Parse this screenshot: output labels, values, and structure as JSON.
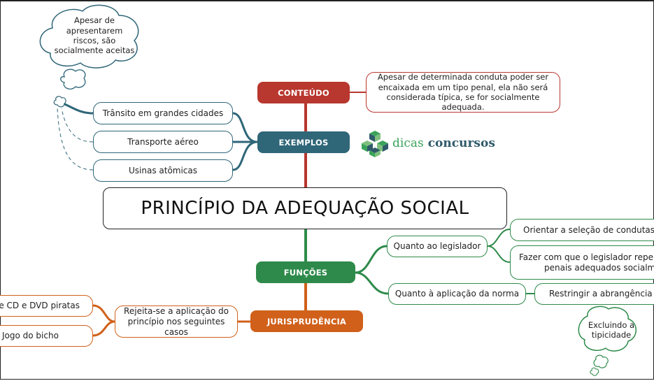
{
  "title": "PRINCÍPIO DA ADEQUAÇÃO SOCIAL",
  "branches": {
    "conteudo": {
      "label": "CONTEÚDO",
      "detail": "Apesar de determinada conduta poder ser encaixada em um tipo penal, ela não será considerada típica, se for socialmente adequada."
    },
    "exemplos": {
      "label": "EXEMPLOS",
      "items": [
        "Trânsito em grandes cidades",
        "Transporte aéreo",
        "Usinas atômicas"
      ],
      "note": "Apesar de apresentarem riscos, são socialmente aceitas"
    },
    "funcoes": {
      "label": "FUNÇÕES",
      "legislador": {
        "label": "Quanto ao legislador",
        "items": [
          "Orientar a seleção de condutas proi",
          "Fazer com que o legislador repense o",
          "penais adequados socialmente"
        ]
      },
      "aplicacao": {
        "label": "Quanto à aplicação da norma",
        "item": "Restringir a abrangência da",
        "note": "Excluindo a tipicidade"
      }
    },
    "jurisprudencia": {
      "label": "JURISPRUDÊNCIA",
      "detail": "Rejeita-se a aplicação do princípio nos seguintes casos",
      "items": [
        "de CD e DVD piratas",
        "Jogo do bicho"
      ]
    }
  },
  "logo": {
    "word1": "dicas",
    "word2": "concursos"
  },
  "colors": {
    "red": "#b8372e",
    "blue": "#2f6678",
    "green": "#2e8a4a",
    "orange": "#d0601a"
  }
}
